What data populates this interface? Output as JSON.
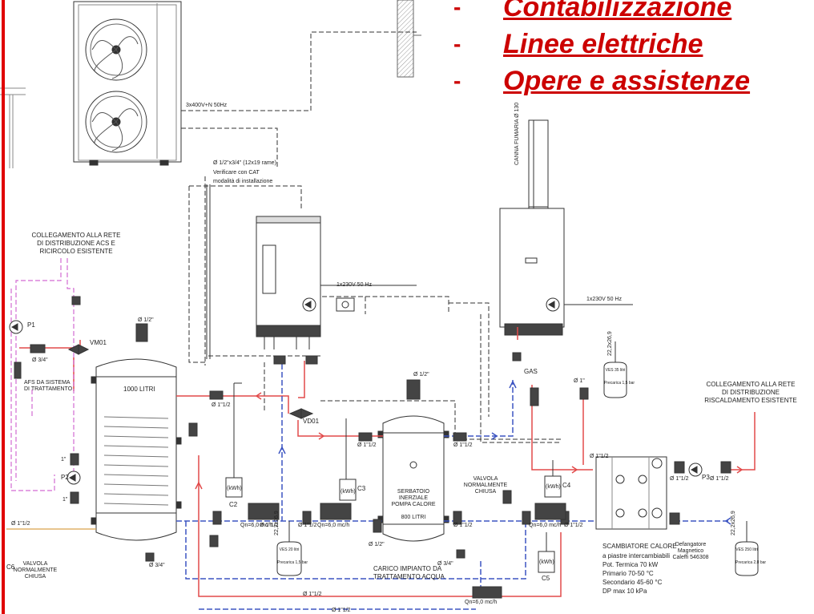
{
  "headings": {
    "items": [
      "Contabilizzazione",
      "Linee elettriche",
      "Opere e assistenze"
    ],
    "color": "#cc0000"
  },
  "supply": {
    "power_3ph": "3x400V+N 50Hz",
    "pipe_spec": "Ø 1/2\"x3/4\" (12x19 rame)",
    "pipe_note_1": "Verificare con CAT",
    "pipe_note_2": "modalità di installazione",
    "power_hp": "1x230V 50 Hz",
    "power_boiler": "1x230V 50 Hz",
    "flue": "CANNA FUMARIA Ø 130"
  },
  "networks": {
    "acs_1": "COLLEGAMENTO ALLA RETE",
    "acs_2": "DI DISTRIBUZIONE ACS E",
    "acs_3": "RICIRCOLO ESISTENTE",
    "heat_1": "COLLEGAMENTO ALLA RETE",
    "heat_2": "DI DISTRIBUZIONE",
    "heat_3": "RISCALDAMENTO ESISTENTE",
    "afs_1": "AFS DA SISTEMA",
    "afs_2": "DI TRATTAMENTO",
    "treat_1": "CARICO IMPIANTO DA",
    "treat_2": "TRATTAMENTO ACQUA"
  },
  "tanks": {
    "dhw": "1000 LITRI",
    "buffer_1": "SERBATOIO",
    "buffer_2": "INERZIALE",
    "buffer_3": "POMPA CALORE",
    "buffer_4": "800 LITRI"
  },
  "components": {
    "vm01": "VM01",
    "vd01": "VD01",
    "p1": "P1",
    "p2": "P2",
    "p3": "P3",
    "c2": "C2",
    "c3": "C3",
    "c4": "C4",
    "c5": "C5",
    "c6": "C6",
    "kwh": "(kWh)",
    "gas": "GAS",
    "flow_rate": "Qn=6,0 mc/h",
    "nc_valve_1": "VALVOLA",
    "nc_valve_2": "NORMALMENTE",
    "nc_valve_3": "CHIUSA",
    "degasser_1": "Defangatore",
    "degasser_2": "Magnetico",
    "degasser_3": "Caleffi 546308",
    "exp_1": "22,2x26,9",
    "exp_2": "22,2x26,9",
    "exp_3": "22,2x26,9",
    "vessel_1_label": "VES 20 litri",
    "vessel_1_pre": "Precarica 1,5 bar",
    "vessel_2_label": "VES 35 litri",
    "vessel_2_pre": "Precarica 1,5 bar",
    "vessel_3_label": "VES 250 litri",
    "vessel_3_pre": "Precarica 2,0 bar"
  },
  "exchanger": {
    "title": "SCAMBIATORE CALORE",
    "line_1": "a piastre intercambiabili",
    "line_2": "Pot. Termica 70 kW",
    "line_3": "Primario 70-50 °C",
    "line_4": "Secondario 45-60 °C",
    "line_5": "DP max 10 kPa"
  },
  "pipes": {
    "d112": "Ø 1\"1/2",
    "d34": "Ø 3/4\"",
    "d12": "Ø 1/2\"",
    "d1": "1\"",
    "d1_slash": "Ø 1\"",
    "bottom_1": "Ø 1\"1/2",
    "bottom_2": "Ø 1\"1/2"
  },
  "colors": {
    "hot": "#e24a4a",
    "cold": "#3d55c2",
    "dhw": "#d36bd3",
    "frame": "#e00000",
    "line": "#333333"
  }
}
